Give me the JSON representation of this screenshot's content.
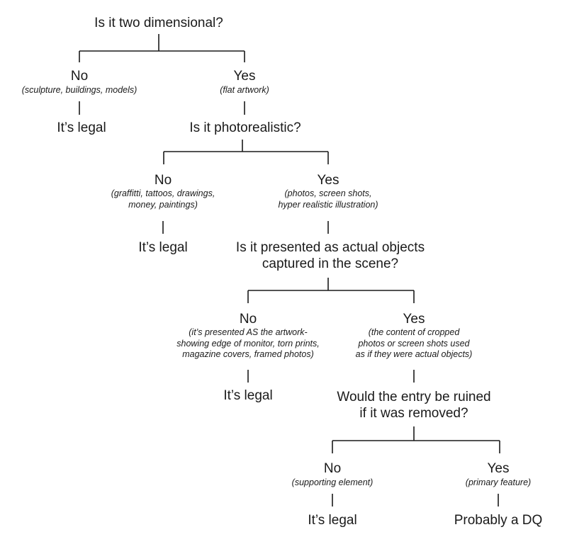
{
  "root": {
    "question": "Is it two dimensional?"
  },
  "l1_no": {
    "label": "No",
    "note": "(sculpture, buildings, models)",
    "result": "It’s legal"
  },
  "l1_yes": {
    "label": "Yes",
    "note": "(flat artwork)",
    "question": "Is it photorealistic?"
  },
  "l2_no": {
    "label": "No",
    "note": "(graffitti, tattoos, drawings,\nmoney, paintings)",
    "result": "It’s legal"
  },
  "l2_yes": {
    "label": "Yes",
    "note": "(photos, screen shots,\nhyper realistic illustration)",
    "question": "Is it presented as actual objects\ncaptured in the scene?"
  },
  "l3_no": {
    "label": "No",
    "note": "(it’s presented AS the artwork-\nshowing edge of monitor, torn prints,\nmagazine covers, framed photos)",
    "result": "It’s legal"
  },
  "l3_yes": {
    "label": "Yes",
    "note": "(the content of cropped\nphotos or screen shots used\nas if they were actual objects)",
    "question": "Would the entry be ruined\nif it was removed?"
  },
  "l4_no": {
    "label": "No",
    "note": "(supporting element)",
    "result": "It’s legal"
  },
  "l4_yes": {
    "label": "Yes",
    "note": "(primary feature)",
    "result": "Probably a DQ"
  }
}
